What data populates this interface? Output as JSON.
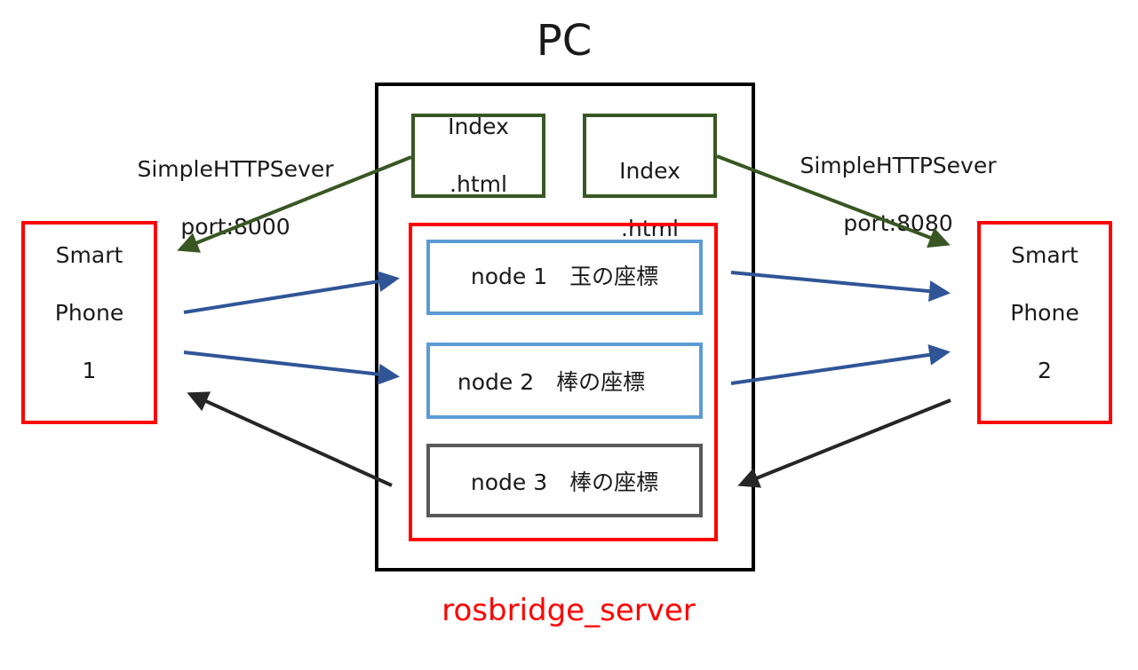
{
  "pc": {
    "title": "PC",
    "server_label": "rosbridge_server"
  },
  "servers": {
    "left": {
      "name": "SimpleHTTPSever",
      "port": "port:8000"
    },
    "right": {
      "name": "SimpleHTTPSever",
      "port": "port:8080"
    }
  },
  "files": {
    "left": {
      "line1": "Index",
      "line2": ".html"
    },
    "right": {
      "line1": "Index",
      "line2": ".html"
    }
  },
  "phones": {
    "left": {
      "line1": "Smart",
      "line2": "Phone",
      "line3": "1"
    },
    "right": {
      "line1": "Smart",
      "line2": "Phone",
      "line3": "2"
    }
  },
  "nodes": [
    {
      "label": "node 1　玉の座標"
    },
    {
      "label": "node 2　棒の座標"
    },
    {
      "label": "node 3　棒の座標"
    }
  ],
  "colors": {
    "pc_border": "#000000",
    "server_border": "#ff0000",
    "server_text": "#ff0000",
    "file_border": "#385723",
    "phone_border": "#ff0000",
    "node_blue_border": "#5b9bd5",
    "node_gray_border": "#595959",
    "arrow_green": "#385723",
    "arrow_blue": "#2f5597",
    "arrow_black": "#262626"
  }
}
